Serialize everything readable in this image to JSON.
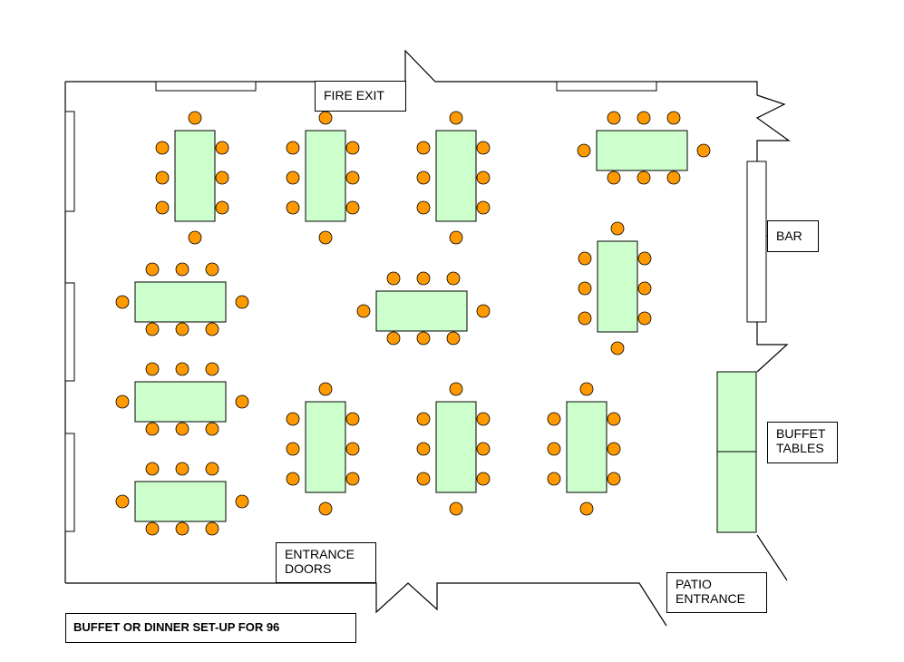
{
  "colors": {
    "table_fill": "#ccffcc",
    "chair_fill": "#ff9900",
    "line": "#000000"
  },
  "labels": {
    "fire_exit": "FIRE EXIT",
    "bar": "BAR",
    "buffet_tables": "BUFFET\nTABLES",
    "entrance_doors": "ENTRANCE\nDOORS",
    "patio_entrance": "PATIO\nENTRANCE",
    "caption": "BUFFET OR DINNER SET-UP FOR 96"
  }
}
